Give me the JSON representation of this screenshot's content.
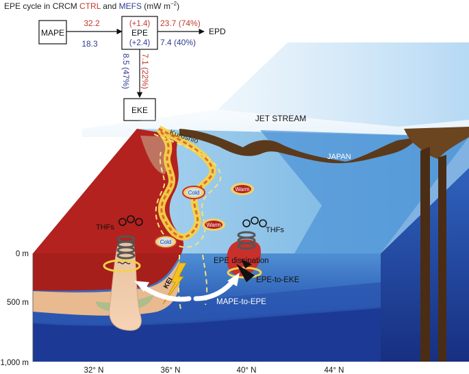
{
  "header": {
    "prefix": "EPE cycle in CRCM ",
    "ctrl_label": "CTRL",
    "and_word": " and ",
    "mefs_label": "MEFS",
    "units_open": " (mW m",
    "units_exp": "−2",
    "units_close": ")"
  },
  "energy_cycle": {
    "mape": "MAPE",
    "epe": "EPE",
    "epd": "EPD",
    "eke": "EKE",
    "mape_to_epe_ctrl": "32.2",
    "mape_to_epe_mefs": "18.3",
    "epe_change_ctrl": "(+1.4)",
    "epe_change_mefs": "(+2.4)",
    "epd_ctrl": "23.7 (74%)",
    "epd_mefs": "7.4 (40%)",
    "eke_mefs": "8.5 (47%)",
    "eke_ctrl": "7.1 (22%)"
  },
  "labels": {
    "jet_stream": "JET STREAM",
    "japan": "JAPAN",
    "kuroshio": "Kuroshio",
    "cold": "Cold",
    "warm": "Warm",
    "thfs": "THFs",
    "epe_dissipation": "EPE dissipation",
    "epe_to_eke": "EPE-to-EKE",
    "mape_to_epe": "MAPE-to-EPE",
    "kei": "KEI"
  },
  "depth_axis": [
    "0 m",
    "500 m",
    "1,000 m"
  ],
  "lat_axis": [
    "32° N",
    "36° N",
    "40° N",
    "44° N"
  ],
  "colors": {
    "ctrl": "#c0392b",
    "mefs": "#2e3b8f",
    "warm_water": "#b3221e",
    "ocean_surface": "#8fc6ea",
    "deep_ocean": "#1f3c99",
    "land": "#5b3a1c",
    "kuroshio_band": "#f2d34a"
  }
}
